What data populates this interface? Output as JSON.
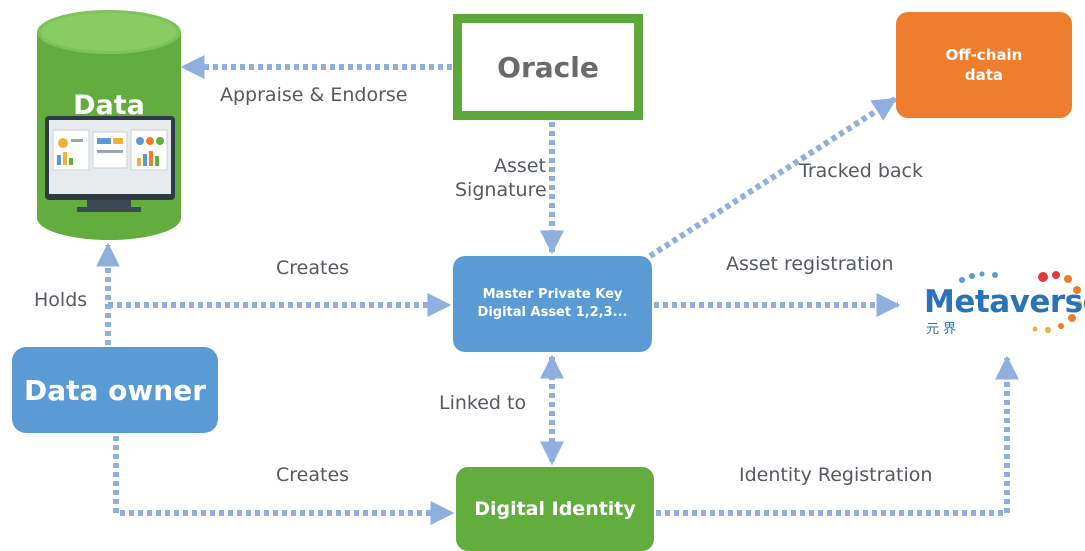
{
  "nodes": {
    "data": "Data",
    "oracle": "Oracle",
    "offchain_line1": "Off-chain",
    "offchain_line2": "data",
    "master_line1": "Master Private Key",
    "master_line2": "Digital Asset 1,2,3...",
    "owner": "Data owner",
    "identity": "Digital Identity",
    "metaverse_wordmark": "Metaverse",
    "metaverse_cn": "元 界"
  },
  "edges": {
    "appraise": "Appraise & Endorse",
    "asset_signature_line1": "Asset",
    "asset_signature_line2": "Signature",
    "tracked_back": "Tracked back",
    "holds": "Holds",
    "creates_top": "Creates",
    "asset_registration": "Asset registration",
    "linked_to": "Linked to",
    "creates_bottom": "Creates",
    "identity_registration": "Identity Registration"
  },
  "colors": {
    "arrow": "#8fb0de",
    "green": "#62ad3d",
    "blue": "#5b9bd5",
    "orange": "#ee7d2d"
  }
}
